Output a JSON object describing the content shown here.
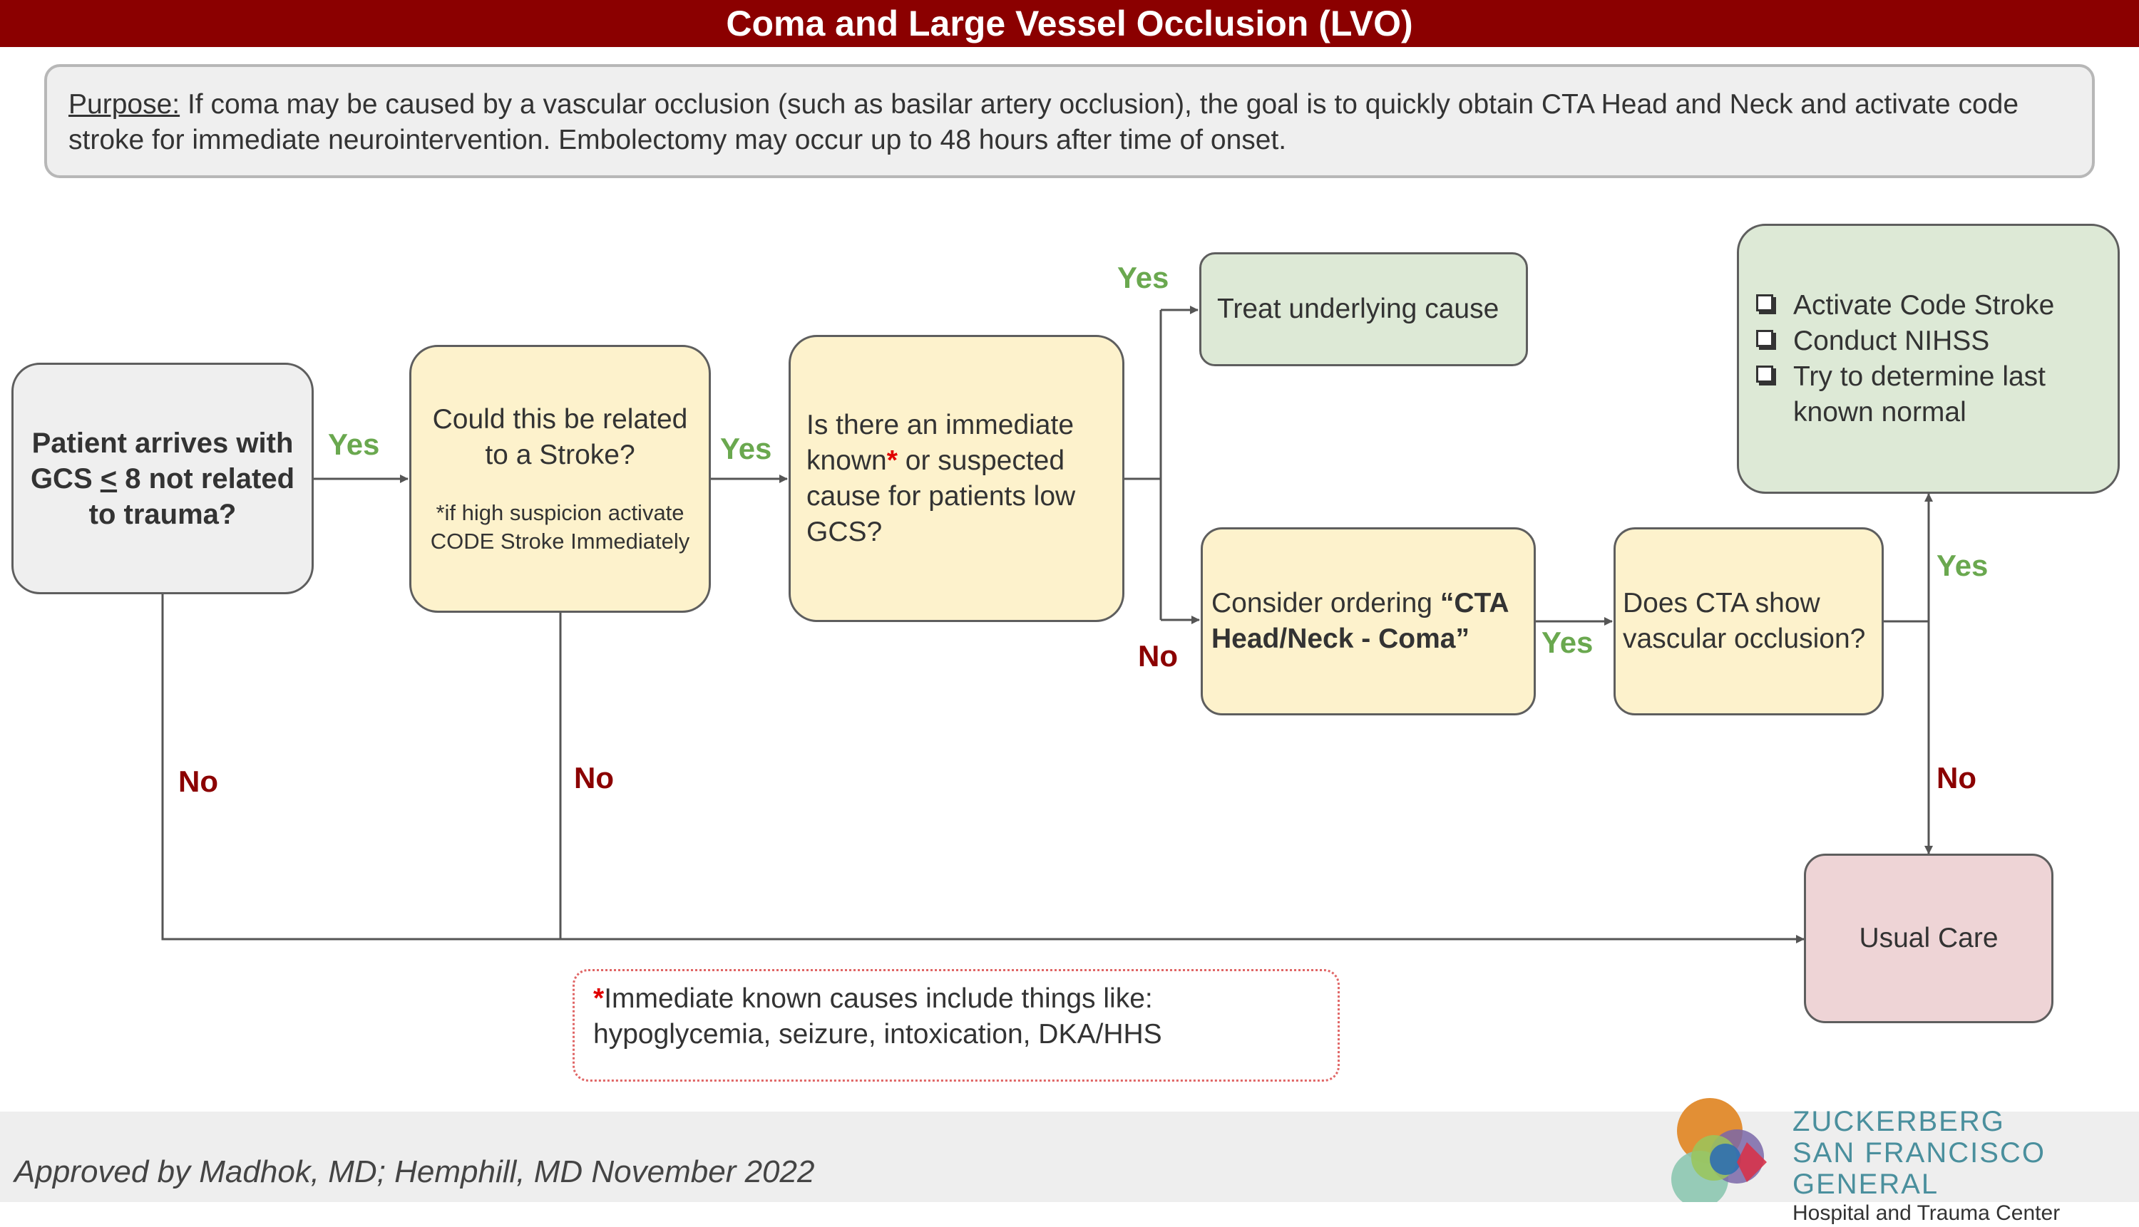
{
  "title": "Coma and Large Vessel Occlusion (LVO)",
  "purpose": {
    "label": "Purpose:",
    "text": " If coma may be caused by a vascular occlusion (such as basilar artery occlusion), the goal is to quickly obtain CTA Head and Neck and activate code stroke for immediate neurointervention. Embolectomy may occur up to 48 hours after time of onset."
  },
  "nodes": {
    "start": {
      "line1": "Patient arrives with",
      "line2a": "GCS ",
      "lte": "<",
      "line2b": " 8 not related",
      "line3": "to trauma?"
    },
    "stroke": {
      "text": "Could this be related to a Stroke?",
      "note": "*if high suspicion activate CODE Stroke Immediately"
    },
    "cause": {
      "part1": "Is there an immediate known",
      "star": "*",
      "part2": " or suspected cause for patients low GCS?"
    },
    "treat": {
      "text": "Treat underlying cause"
    },
    "cta": {
      "part1": "Consider ordering ",
      "part2": "“CTA Head/Neck - Coma”"
    },
    "occlusion": {
      "text": "Does CTA show vascular occlusion?"
    },
    "actions": {
      "items": [
        "Activate Code Stroke",
        "Conduct NIHSS",
        "Try to determine last known normal"
      ]
    },
    "usual": {
      "text": "Usual Care"
    }
  },
  "edge_labels": {
    "yes": "Yes",
    "no": "No"
  },
  "note": {
    "star": "*",
    "text": "Immediate known causes include things like: hypoglycemia, seizure, intoxication,  DKA/HHS"
  },
  "footer": {
    "approved": "Approved by Madhok, MD; Hemphill, MD November 2022",
    "logo_line1": "ZUCKERBERG",
    "logo_line2": "SAN FRANCISCO GENERAL",
    "logo_line3": "Hospital and Trauma Center"
  },
  "colors": {
    "title_bar": "#8b0000",
    "yes": "#6aa84f",
    "no": "#8b0000",
    "gray_box": "#efefef",
    "yellow_box": "#fdf2cc",
    "green_box": "#dde9d6",
    "pink_box": "#eed4d6"
  }
}
